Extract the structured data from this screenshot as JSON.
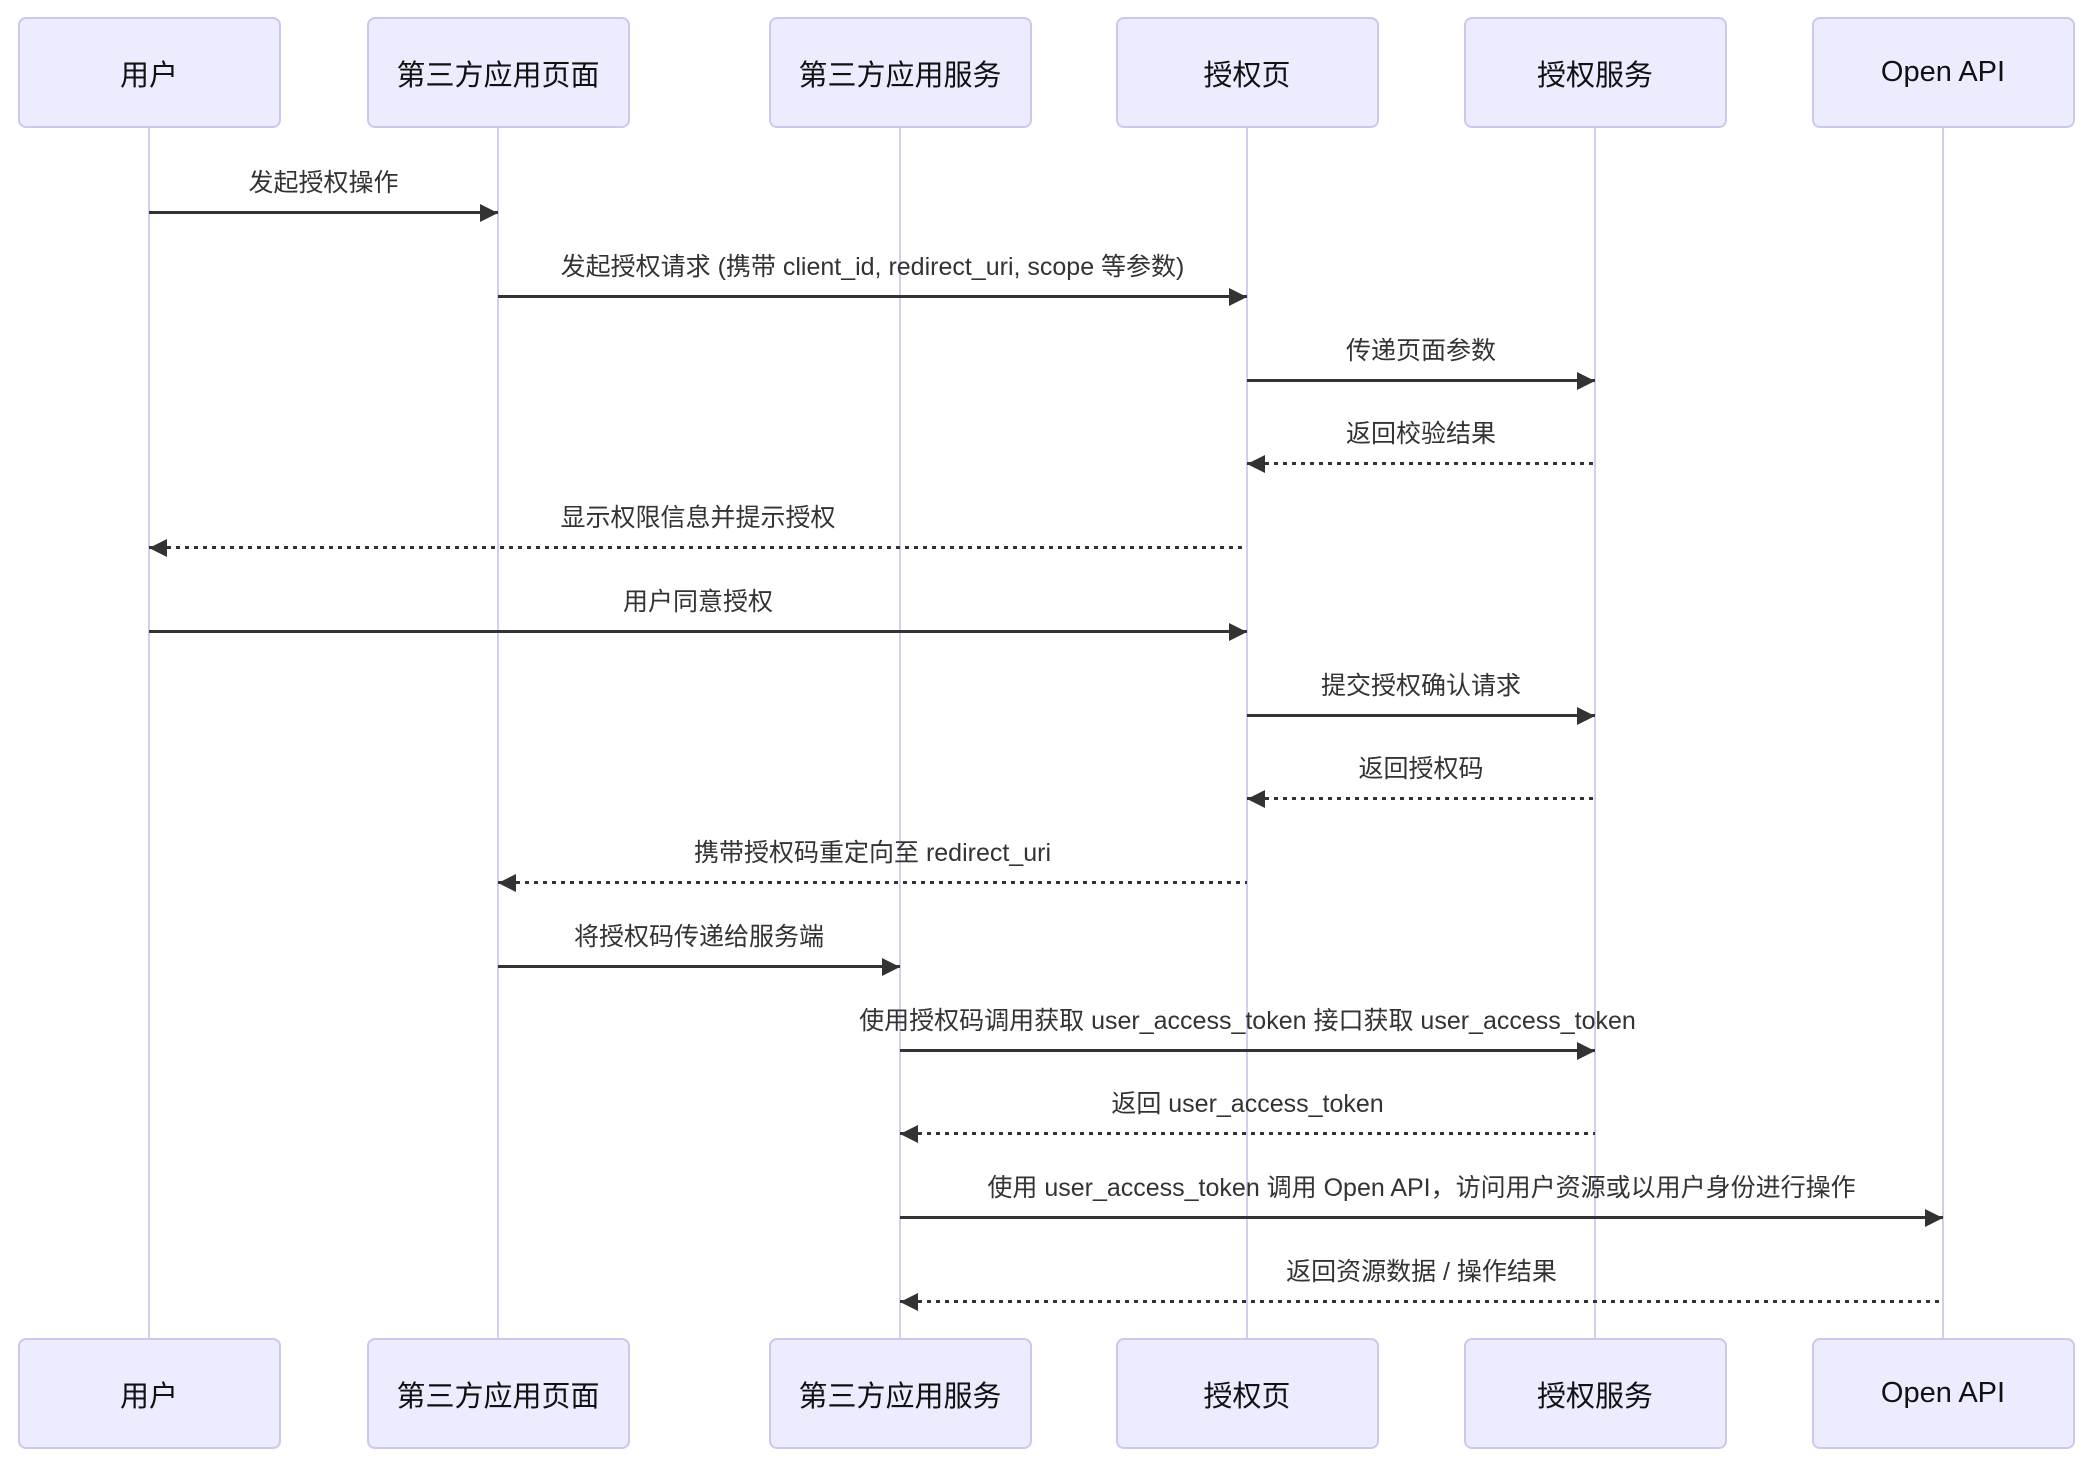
{
  "diagram": {
    "actors": [
      {
        "label": "用户"
      },
      {
        "label": "第三方应用页面"
      },
      {
        "label": "第三方应用服务"
      },
      {
        "label": "授权页"
      },
      {
        "label": "授权服务"
      },
      {
        "label": "Open API"
      }
    ],
    "messages": [
      {
        "from": 0,
        "to": 1,
        "style": "solid",
        "text": "发起授权操作"
      },
      {
        "from": 1,
        "to": 3,
        "style": "solid",
        "text": "发起授权请求 (携带 client_id, redirect_uri, scope 等参数)"
      },
      {
        "from": 3,
        "to": 4,
        "style": "solid",
        "text": "传递页面参数"
      },
      {
        "from": 4,
        "to": 3,
        "style": "dashed",
        "text": "返回校验结果"
      },
      {
        "from": 3,
        "to": 0,
        "style": "dashed",
        "text": "显示权限信息并提示授权"
      },
      {
        "from": 0,
        "to": 3,
        "style": "solid",
        "text": "用户同意授权"
      },
      {
        "from": 3,
        "to": 4,
        "style": "solid",
        "text": "提交授权确认请求"
      },
      {
        "from": 4,
        "to": 3,
        "style": "dashed",
        "text": "返回授权码"
      },
      {
        "from": 3,
        "to": 1,
        "style": "dashed",
        "text": "携带授权码重定向至 redirect_uri"
      },
      {
        "from": 1,
        "to": 2,
        "style": "solid",
        "text": "将授权码传递给服务端"
      },
      {
        "from": 2,
        "to": 4,
        "style": "solid",
        "text": "使用授权码调用获取 user_access_token 接口获取 user_access_token"
      },
      {
        "from": 4,
        "to": 2,
        "style": "dashed",
        "text": "返回 user_access_token"
      },
      {
        "from": 2,
        "to": 5,
        "style": "solid",
        "text": "使用 user_access_token 调用 Open API，访问用户资源或以用户身份进行操作"
      },
      {
        "from": 5,
        "to": 2,
        "style": "dashed",
        "text": "返回资源数据 / 操作结果"
      }
    ],
    "colors": {
      "background": "#FFFFFF",
      "actor_fill": "#ECECFF",
      "actor_border": "#CFC6EC",
      "actor_text": "#111111",
      "lifeline": "#D5CCEE",
      "arrow": "#333333",
      "message_text": "#333333"
    }
  }
}
